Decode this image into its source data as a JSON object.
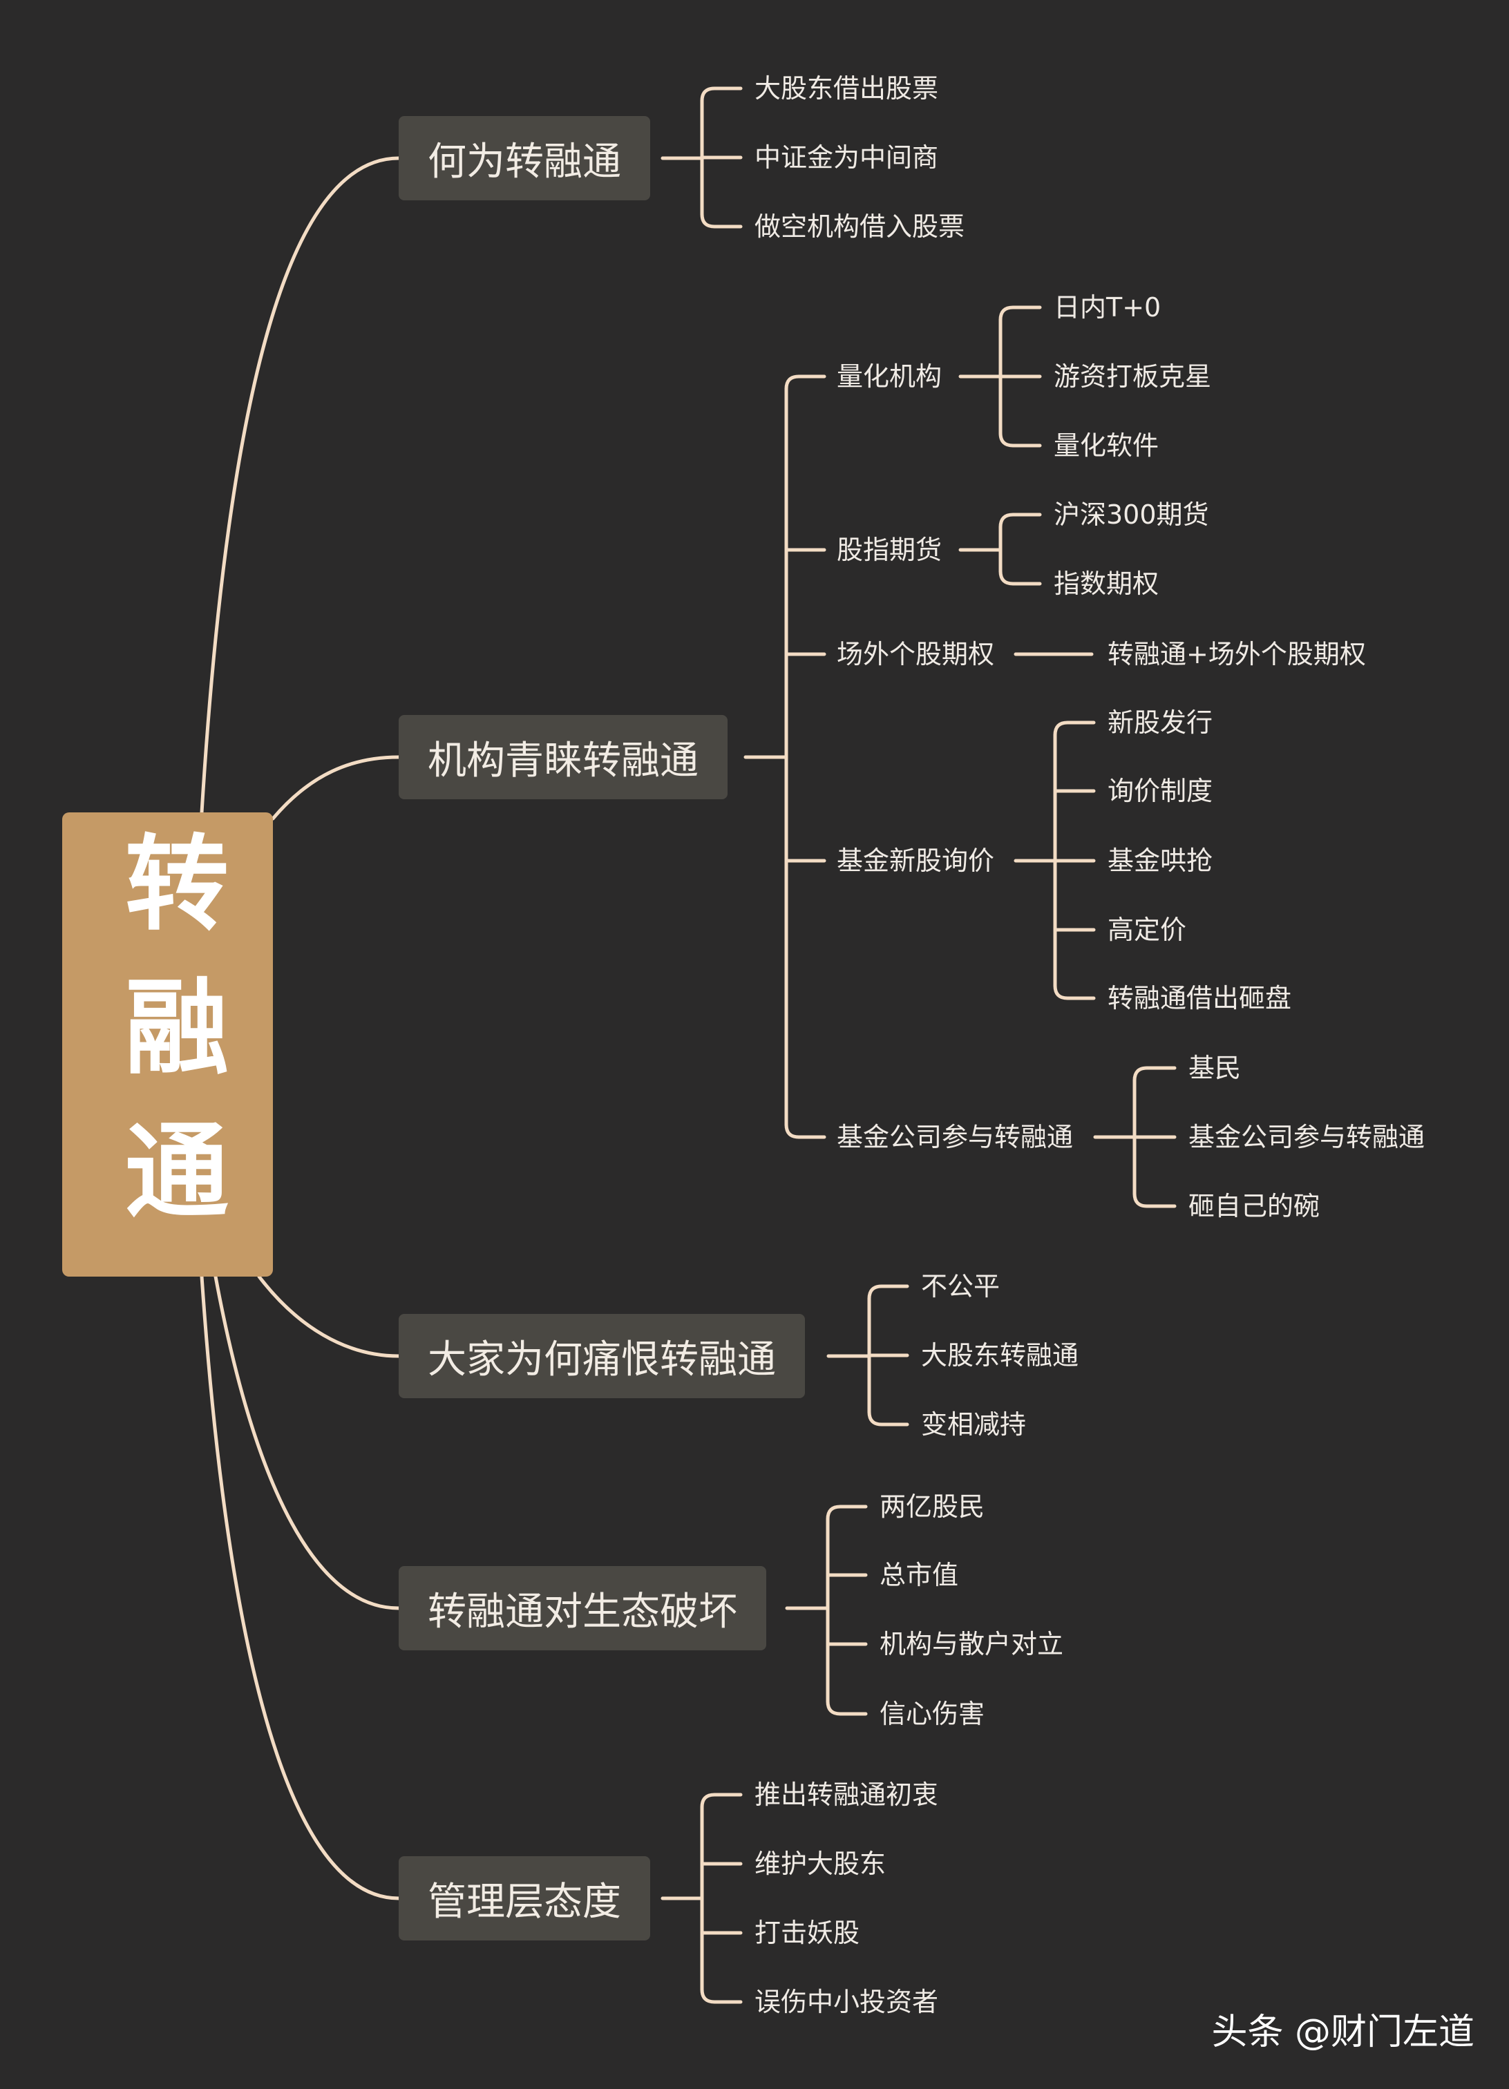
{
  "root": {
    "label": "转融通"
  },
  "branches": [
    {
      "label": "何为转融通",
      "children": [
        {
          "label": "大股东借出股票"
        },
        {
          "label": "中证金为中间商"
        },
        {
          "label": "做空机构借入股票"
        }
      ]
    },
    {
      "label": "机构青睐转融通",
      "children": [
        {
          "label": "量化机构",
          "children": [
            {
              "label": "日内T+0"
            },
            {
              "label": "游资打板克星"
            },
            {
              "label": "量化软件"
            }
          ]
        },
        {
          "label": "股指期货",
          "children": [
            {
              "label": "沪深300期货"
            },
            {
              "label": "指数期权"
            }
          ]
        },
        {
          "label": "场外个股期权",
          "children": [
            {
              "label": "转融通+场外个股期权"
            }
          ]
        },
        {
          "label": "基金新股询价",
          "children": [
            {
              "label": "新股发行"
            },
            {
              "label": "询价制度"
            },
            {
              "label": "基金哄抢"
            },
            {
              "label": "高定价"
            },
            {
              "label": "转融通借出砸盘"
            }
          ]
        },
        {
          "label": "基金公司参与转融通",
          "children": [
            {
              "label": "基民"
            },
            {
              "label": "基金公司参与转融通"
            },
            {
              "label": "砸自己的碗"
            }
          ]
        }
      ]
    },
    {
      "label": "大家为何痛恨转融通",
      "children": [
        {
          "label": "不公平"
        },
        {
          "label": "大股东转融通"
        },
        {
          "label": "变相减持"
        }
      ]
    },
    {
      "label": "转融通对生态破坏",
      "children": [
        {
          "label": "两亿股民"
        },
        {
          "label": "总市值"
        },
        {
          "label": "机构与散户对立"
        },
        {
          "label": "信心伤害"
        }
      ]
    },
    {
      "label": "管理层态度",
      "children": [
        {
          "label": "推出转融通初衷"
        },
        {
          "label": "维护大股东"
        },
        {
          "label": "打击妖股"
        },
        {
          "label": "误伤中小投资者"
        }
      ]
    }
  ],
  "watermark": "头条 @财门左道",
  "colors": {
    "background": "#2b2a2a",
    "root": "#c59a66",
    "branch_box": "#4a4843",
    "connector": "#f3dcc4",
    "text": "#f0ebe5"
  }
}
